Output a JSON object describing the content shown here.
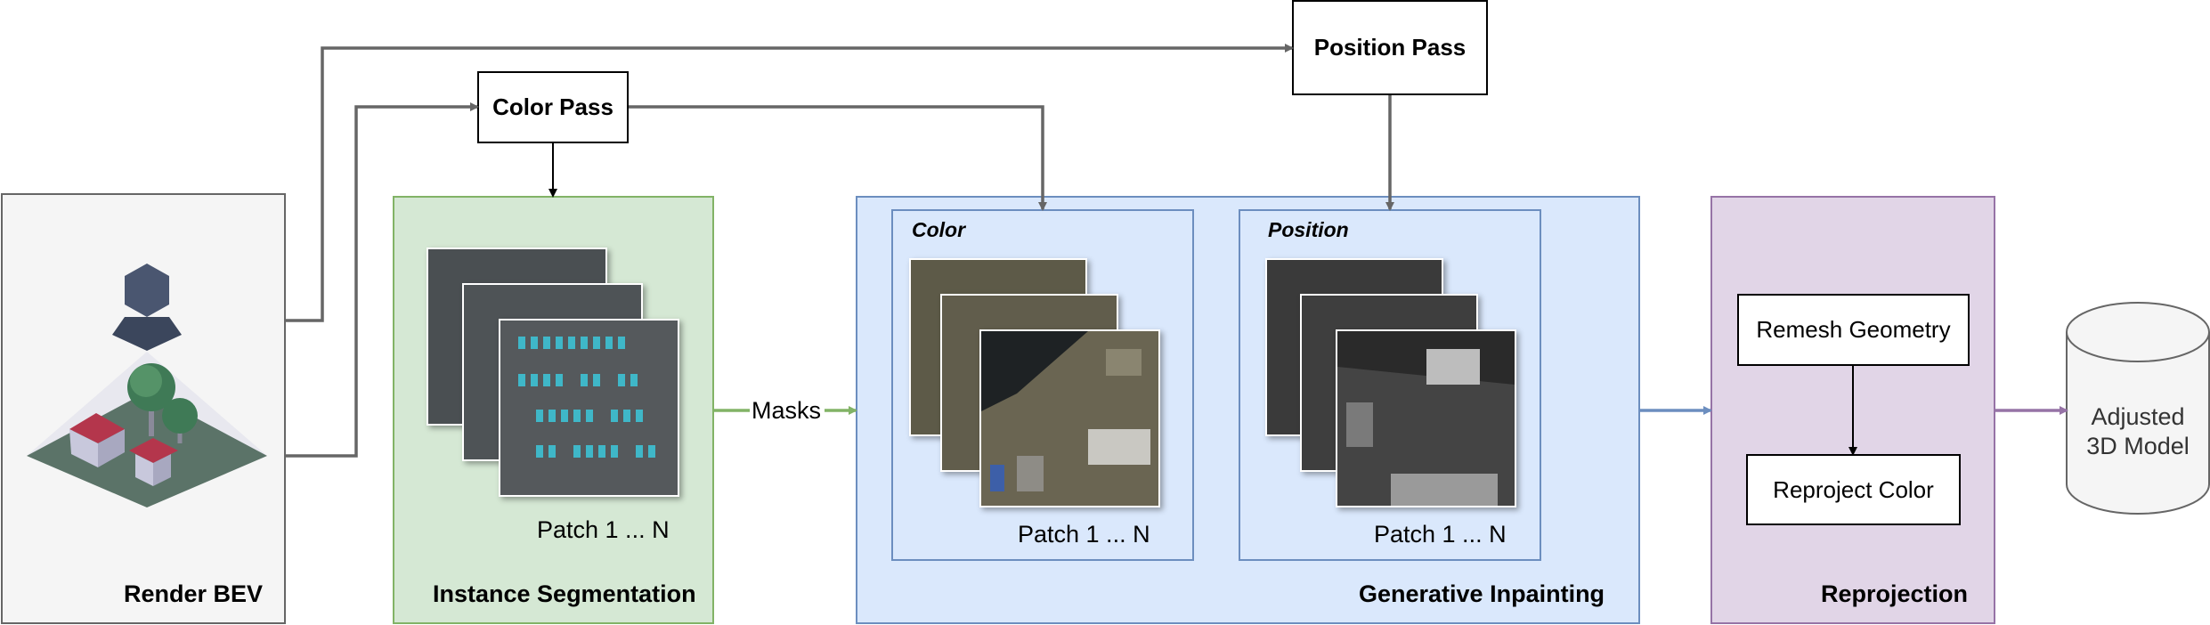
{
  "stages": {
    "render": {
      "title": "Render BEV"
    },
    "segmentation": {
      "title": "Instance Segmentation",
      "patch_label": "Patch 1 ... N"
    },
    "inpainting": {
      "title": "Generative Inpainting",
      "color_group": {
        "title": "Color",
        "patch_label": "Patch 1 ... N"
      },
      "position_group": {
        "title": "Position",
        "patch_label": "Patch 1 ... N"
      }
    },
    "reprojection": {
      "title": "Reprojection",
      "steps": [
        "Remesh Geometry",
        "Reproject Color"
      ]
    }
  },
  "passes": {
    "color": "Color Pass",
    "position": "Position Pass"
  },
  "edge_labels": {
    "masks": "Masks"
  },
  "output": {
    "label_line1": "Adjusted",
    "label_line2": "3D Model"
  },
  "colors": {
    "segmentation_fill": "#d5e8d4",
    "segmentation_border": "#82b366",
    "inpainting_fill": "#dae8fc",
    "inpainting_border": "#6c8ebf",
    "reprojection_fill": "#e1d5e7",
    "reprojection_border": "#9673a6",
    "render_fill": "#f5f5f5",
    "render_border": "#666666"
  }
}
